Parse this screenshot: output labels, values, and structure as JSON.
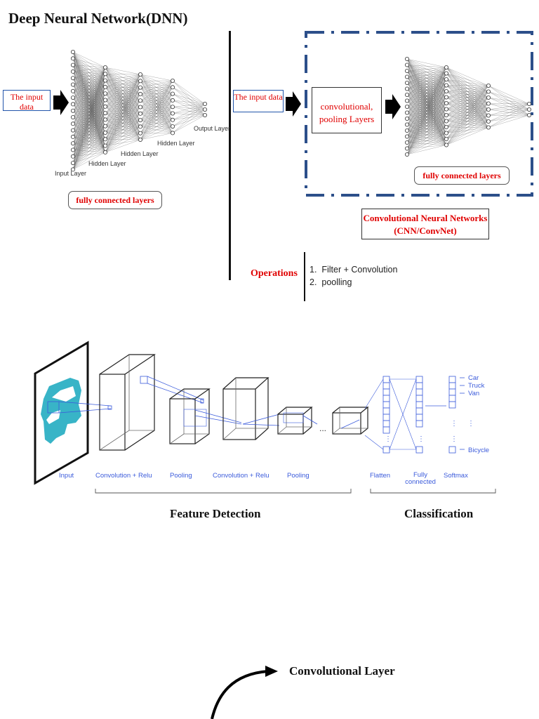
{
  "title": "Deep Neural Network(DNN)",
  "dnn": {
    "input_label": "The input data",
    "layers": [
      "Input Layer",
      "Hidden Layer",
      "Hidden Layer",
      "Hidden Layer",
      "Output Layer"
    ],
    "caption": "fully connected layers"
  },
  "cnn": {
    "input_label": "The input data",
    "conv_box": "convolutional, pooling Layers",
    "fc_caption": "fully connected layers",
    "name": "Convolutional Neural Networks (CNN/ConvNet)",
    "dash_color": "#2c4f8a"
  },
  "operations": {
    "label": "Operations",
    "items": [
      "1.  Filter + Convolution",
      "2.  poolling"
    ]
  },
  "pipeline": {
    "stages": [
      "Input",
      "Convolution + Relu",
      "Pooling",
      "Convolution + Relu",
      "Pooling",
      "Flatten",
      "Fully connected",
      "Softmax"
    ],
    "classes": [
      "Car",
      "Truck",
      "Van",
      "Bicycle"
    ],
    "sections": [
      "Feature Detection",
      "Classification"
    ],
    "accent": "#3b5bdb",
    "car_color": "#38b4c7"
  },
  "bottom": {
    "label": "Convolutional Layer"
  }
}
